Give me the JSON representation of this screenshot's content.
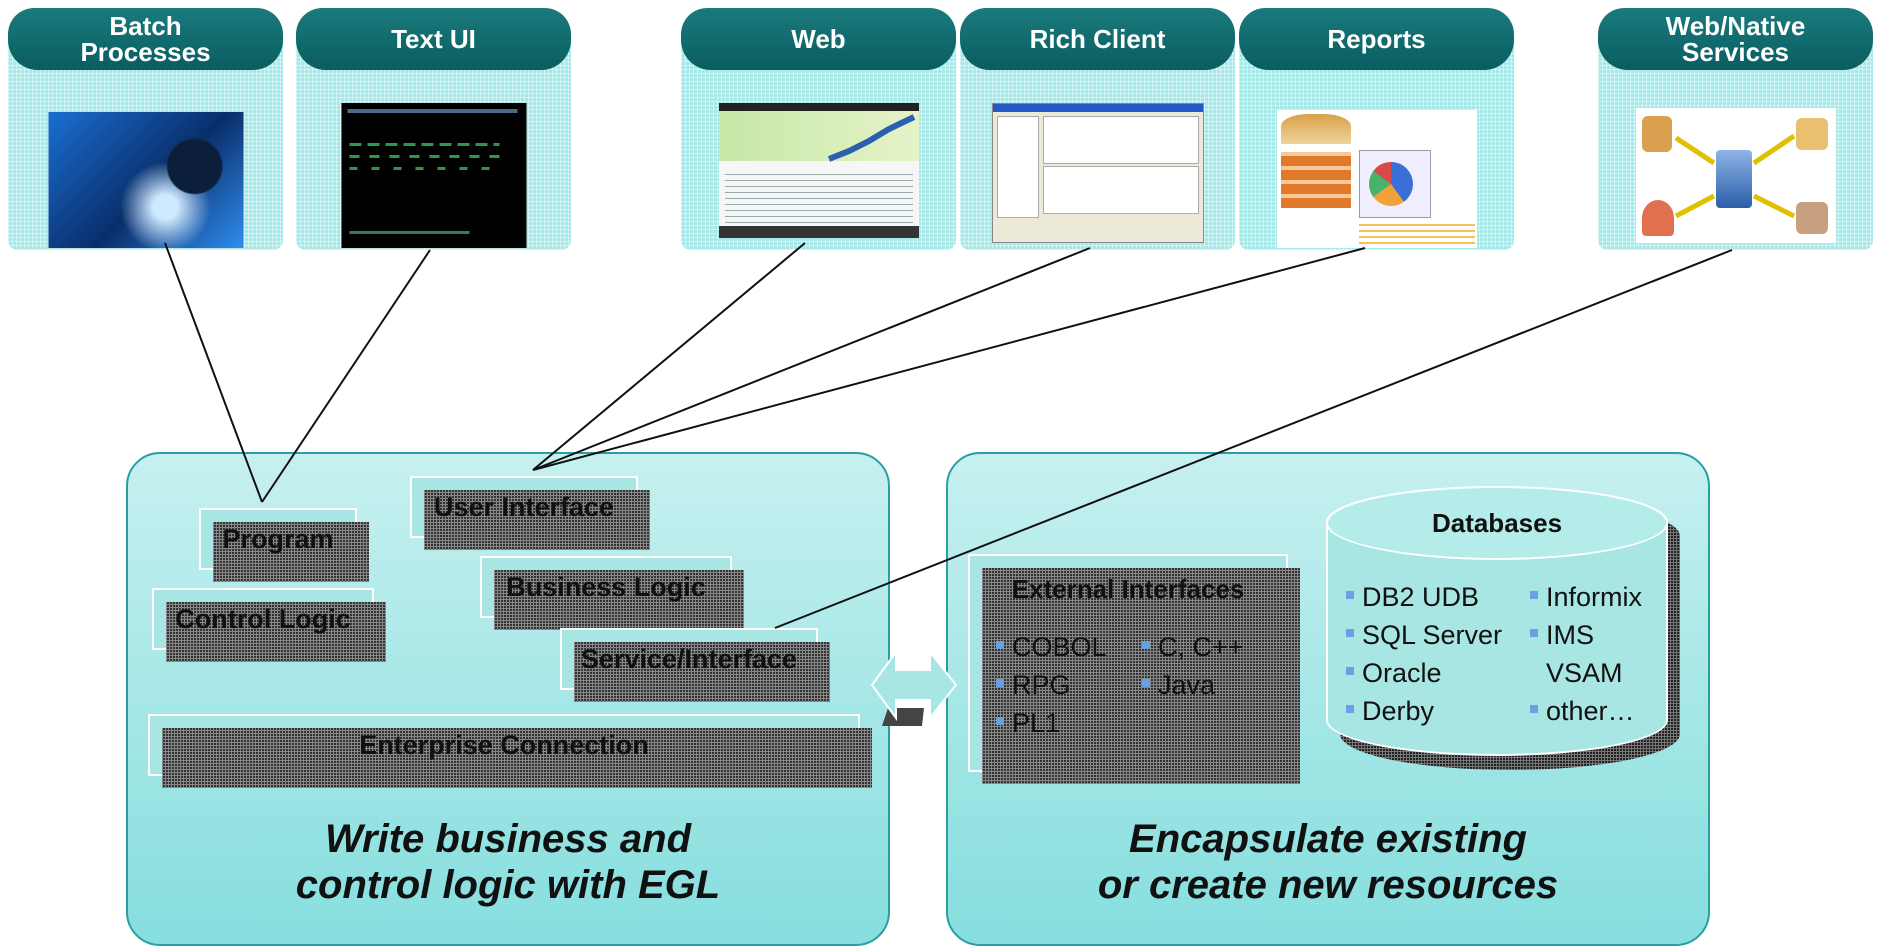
{
  "tiles": [
    {
      "id": "batch",
      "label": "Batch\nProcesses",
      "image": "gears-image"
    },
    {
      "id": "textui",
      "label": "Text UI",
      "image": "terminal-screen-image"
    },
    {
      "id": "web",
      "label": "Web",
      "image": "web-page-image"
    },
    {
      "id": "richclient",
      "label": "Rich Client",
      "image": "desktop-app-image"
    },
    {
      "id": "reports",
      "label": "Reports",
      "image": "report-chart-image"
    },
    {
      "id": "services",
      "label": "Web/Native\nServices",
      "image": "services-network-image"
    }
  ],
  "left_panel": {
    "boxes": {
      "program": "Program",
      "control_logic": "Control Logic",
      "user_interface": "User Interface",
      "business_logic": "Business Logic",
      "service_interface": "Service/Interface",
      "enterprise_connection": "Enterprise Connection"
    },
    "caption_line1": "Write business and",
    "caption_line2": "control logic with EGL"
  },
  "right_panel": {
    "external": {
      "title": "External Interfaces",
      "col1": [
        "COBOL",
        "RPG",
        "PL1"
      ],
      "col2": [
        "C, C++",
        "Java"
      ]
    },
    "databases": {
      "title": "Databases",
      "col1": [
        "DB2 UDB",
        "SQL Server",
        "Oracle",
        "Derby"
      ],
      "col2": [
        "Informix",
        "IMS",
        "VSAM",
        "other…"
      ]
    },
    "caption_line1": "Encapsulate existing",
    "caption_line2": "or create new resources"
  },
  "colors": {
    "header": "#0b6467",
    "tile_fill": "#a9e6e6",
    "panel_fill": "#a6e8e8",
    "box_fill": "#a8e6e4",
    "bullet": "#6aa0e0"
  }
}
